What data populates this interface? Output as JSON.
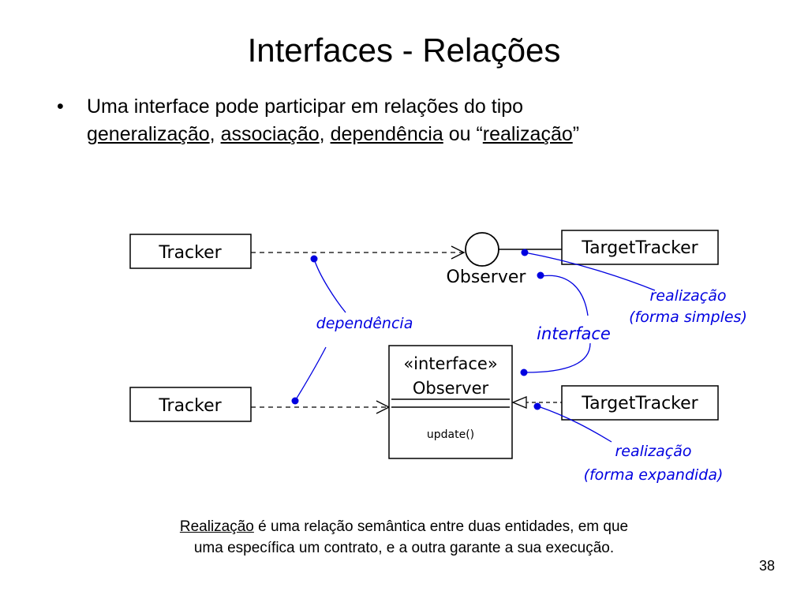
{
  "slide": {
    "title": "Interfaces - Relações",
    "bullet": {
      "marker": "•",
      "intro": "Uma interface pode participar em relações do tipo",
      "terms": [
        "generalização",
        "associação",
        "dependência",
        "realização"
      ],
      "sep1": ", ",
      "sep2": ", ",
      "sep3": " ou “",
      "close_quote": "”"
    },
    "page_number": "38"
  },
  "diagram": {
    "top_tracker": "Tracker",
    "top_target": "TargetTracker",
    "lollipop_label": "Observer",
    "bottom_tracker": "Tracker",
    "bottom_target": "TargetTracker",
    "interface_stereotype": "«interface»",
    "interface_name": "Observer",
    "interface_operation": "update()",
    "note_dependency": "dependência",
    "note_interface": "interface",
    "note_realization_simple_1": "realização",
    "note_realization_simple_2": "(forma simples)",
    "note_realization_expanded_1": "realização",
    "note_realization_expanded_2": "(forma expandida)",
    "line_color": "#000000",
    "note_color": "#0000e0"
  },
  "caption": {
    "term": "Realização",
    "line1_rest": " é uma relação semântica entre duas entidades, em que",
    "line2": "uma específica um contrato, e a outra garante a sua execução."
  }
}
